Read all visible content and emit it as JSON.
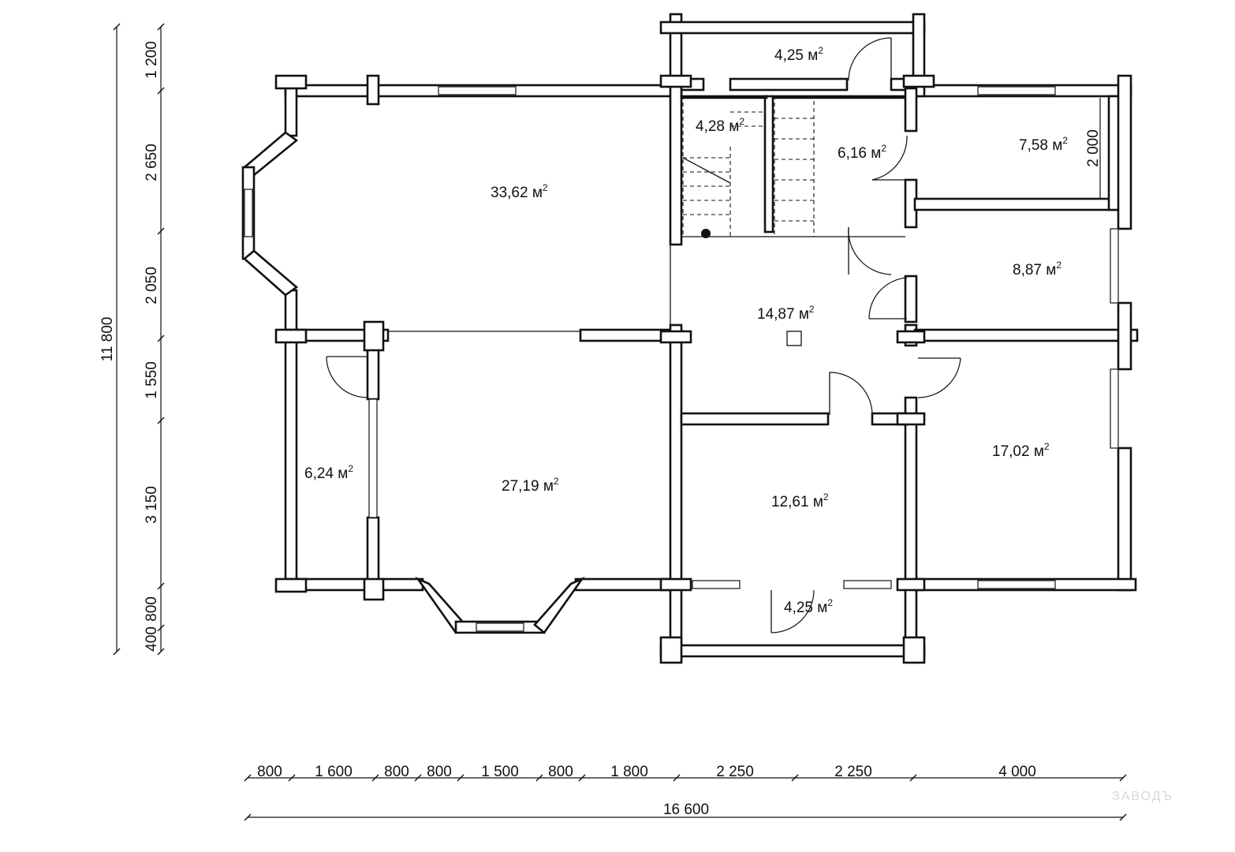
{
  "rooms": [
    {
      "id": "hall",
      "area": "33,62 м",
      "sup": "2"
    },
    {
      "id": "living",
      "area": "27,19 м",
      "sup": "2"
    },
    {
      "id": "pantry",
      "area": "6,24 м",
      "sup": "2"
    },
    {
      "id": "vestibule-top",
      "area": "4,25 м",
      "sup": "2"
    },
    {
      "id": "stair",
      "area": "4,28 м",
      "sup": "2"
    },
    {
      "id": "bath",
      "area": "6,16 м",
      "sup": "2"
    },
    {
      "id": "room-758",
      "area": "7,58 м",
      "sup": "2"
    },
    {
      "id": "room-887",
      "area": "8,87 м",
      "sup": "2"
    },
    {
      "id": "corridor",
      "area": "14,87 м",
      "sup": "2"
    },
    {
      "id": "bedroom-1702",
      "area": "17,02 м",
      "sup": "2"
    },
    {
      "id": "bedroom-1261",
      "area": "12,61 м",
      "sup": "2"
    },
    {
      "id": "porch-bottom",
      "area": "4,25 м",
      "sup": "2"
    }
  ],
  "dimensions": {
    "total_height": "11 800",
    "total_width": "16 600",
    "inner_2000": "2 000",
    "vertical": [
      "1 200",
      "2 650",
      "2 050",
      "1 550",
      "3 150",
      "800",
      "400"
    ],
    "horizontal": [
      "800",
      "1 600",
      "800",
      "800",
      "1 500",
      "800",
      "1 800",
      "2 250",
      "2 250",
      "4 000"
    ]
  },
  "watermark": {
    "text": "ЗАВОДЪ"
  }
}
